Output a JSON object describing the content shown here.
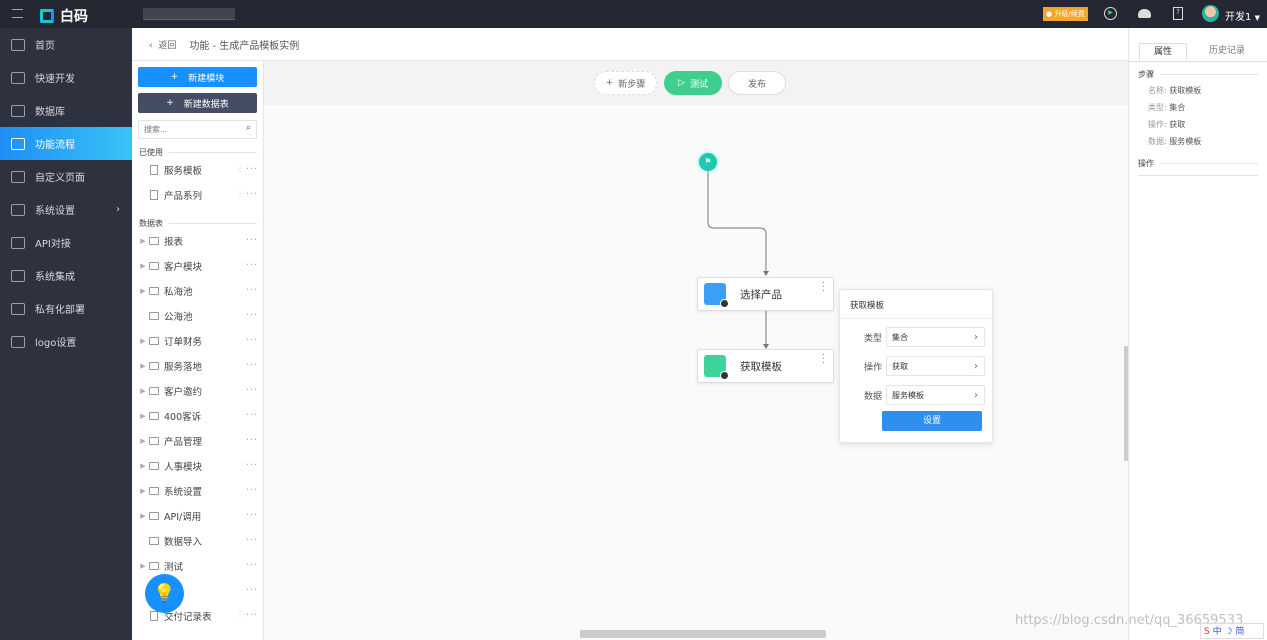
{
  "topbar": {
    "logo_text": "白码",
    "upgrade_label": "升级/续费",
    "user_name": "开发1",
    "icons": [
      "menu-icon",
      "play-circle-icon",
      "headset-icon",
      "help-book-icon",
      "avatar",
      "caret-down-icon"
    ]
  },
  "sidebar": {
    "items": [
      {
        "label": "首页",
        "icon": "home-icon"
      },
      {
        "label": "快速开发",
        "icon": "cube-icon"
      },
      {
        "label": "数据库",
        "icon": "database-icon"
      },
      {
        "label": "功能流程",
        "icon": "flow-icon",
        "active": true
      },
      {
        "label": "自定义页面",
        "icon": "page-icon"
      },
      {
        "label": "系统设置",
        "icon": "settings-icon",
        "has_children": true
      },
      {
        "label": "API对接",
        "icon": "api-icon"
      },
      {
        "label": "系统集成",
        "icon": "layers-icon"
      },
      {
        "label": "私有化部署",
        "icon": "server-icon"
      },
      {
        "label": "logo设置",
        "icon": "logo-icon"
      }
    ]
  },
  "header": {
    "back_label": "返回",
    "title": "功能 - 生成产品模板实例"
  },
  "panel": {
    "new_module": "新建模块",
    "new_table": "新建数据表",
    "search_placeholder": "搜索...",
    "used_title": "已使用",
    "used": [
      "服务模板",
      "产品系列"
    ],
    "tables_title": "数据表",
    "tables": [
      {
        "label": "报表",
        "arrow": true
      },
      {
        "label": "客户模块",
        "arrow": true
      },
      {
        "label": "私海池",
        "arrow": true
      },
      {
        "label": "公海池",
        "arrow": false
      },
      {
        "label": "订单财务",
        "arrow": true
      },
      {
        "label": "服务落地",
        "arrow": true
      },
      {
        "label": "客户邀约",
        "arrow": true
      },
      {
        "label": "400客诉",
        "arrow": true
      },
      {
        "label": "产品管理",
        "arrow": true
      },
      {
        "label": "人事模块",
        "arrow": true
      },
      {
        "label": "系统设置",
        "arrow": true
      },
      {
        "label": "API/调用",
        "arrow": true
      },
      {
        "label": "数据导入",
        "arrow": false
      },
      {
        "label": "测试",
        "arrow": true
      }
    ],
    "bottom_file": "交付记录表"
  },
  "toolbar": {
    "new_step": "新步骤",
    "test": "测试",
    "publish": "发布"
  },
  "flow": {
    "nodes": [
      {
        "label": "选择产品",
        "color": "#3aa0f5"
      },
      {
        "label": "获取模板",
        "color": "#3ed39a"
      }
    ]
  },
  "popover": {
    "title": "获取模板",
    "fields": [
      {
        "label": "类型",
        "value": "集合"
      },
      {
        "label": "操作",
        "value": "获取"
      },
      {
        "label": "数据",
        "value": "服务模板"
      }
    ],
    "button": "设置"
  },
  "right": {
    "tabs": [
      "属性",
      "历史记录"
    ],
    "step_title": "步骤",
    "props": [
      {
        "k": "名称:",
        "v": "获取模板"
      },
      {
        "k": "类型:",
        "v": "集合"
      },
      {
        "k": "操作:",
        "v": "获取"
      },
      {
        "k": "数据:",
        "v": "服务模板"
      }
    ],
    "ops_title": "操作"
  },
  "watermark": "https://blog.csdn.net/qq_36659533",
  "colors": {
    "primary": "#1e90ff",
    "green": "#3ecf8e",
    "sidebar": "#2e323e",
    "topbar": "#242833"
  }
}
